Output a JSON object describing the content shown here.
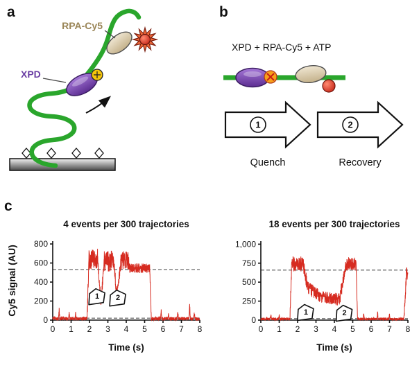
{
  "figure": {
    "colors": {
      "dna_green": "#2aa62c",
      "xpd_purple": "#6b3fa4",
      "rpa_tan": "#d9cbae",
      "cy5_red": "#cf2218",
      "quench_orange": "#f6a01a",
      "flag_yellow": "#f6c60a",
      "label_tan": "#9a8557",
      "trace_red": "#d62b20",
      "threshold_gray": "#7d7d7d"
    },
    "panel_a": {
      "label": "a",
      "labels": {
        "rpa": "RPA-Cy5",
        "xpd": "XPD"
      }
    },
    "panel_b": {
      "label": "b",
      "header": "XPD + RPA-Cy5 + ATP",
      "steps": [
        {
          "number": "1",
          "caption": "Quench"
        },
        {
          "number": "2",
          "caption": "Recovery"
        }
      ]
    },
    "panel_c": {
      "label": "c",
      "shared_ylabel": "Cy5 signal (AU)",
      "xlabel": "Time (s)"
    }
  },
  "chart_data": [
    {
      "type": "line",
      "title": "4 events per 300 trajectories",
      "xlabel": "Time (s)",
      "ylabel": "Cy5 signal (AU)",
      "xlim": [
        0,
        8
      ],
      "ylim": [
        0,
        830
      ],
      "xticks": [
        0,
        1,
        2,
        3,
        4,
        5,
        6,
        7,
        8
      ],
      "yticks": [
        0,
        200,
        400,
        600,
        800
      ],
      "ytick_labels": [
        "0",
        "200",
        "400",
        "600",
        "800"
      ],
      "line_color": "#d62b20",
      "dashed_levels": [
        530,
        20
      ],
      "seed": 12345,
      "segments": [
        {
          "t0": 0.0,
          "t1": 1.87,
          "mean": 15,
          "noise": 18
        },
        {
          "t0": 1.87,
          "t1": 1.97,
          "mean": 15,
          "mean2": 640,
          "noise": 60
        },
        {
          "t0": 1.97,
          "t1": 2.45,
          "mean": 640,
          "noise": 110
        },
        {
          "t0": 2.45,
          "t1": 2.62,
          "mean": 620,
          "mean2": 180,
          "noise": 60
        },
        {
          "t0": 2.62,
          "t1": 2.8,
          "mean": 180,
          "mean2": 620,
          "noise": 60
        },
        {
          "t0": 2.8,
          "t1": 3.3,
          "mean": 620,
          "noise": 110
        },
        {
          "t0": 3.3,
          "t1": 3.5,
          "mean": 620,
          "mean2": 260,
          "noise": 70
        },
        {
          "t0": 3.5,
          "t1": 3.72,
          "mean": 260,
          "mean2": 640,
          "noise": 70
        },
        {
          "t0": 3.72,
          "t1": 4.15,
          "mean": 630,
          "noise": 100
        },
        {
          "t0": 4.15,
          "t1": 5.28,
          "mean": 545,
          "noise": 50
        },
        {
          "t0": 5.28,
          "t1": 5.36,
          "mean": 545,
          "mean2": 15,
          "noise": 40
        },
        {
          "t0": 5.36,
          "t1": 8.01,
          "mean": 15,
          "noise": 18
        }
      ],
      "spikes": [
        {
          "t": 0.35,
          "v": 140
        },
        {
          "t": 0.9,
          "v": 70
        },
        {
          "t": 1.25,
          "v": 95
        },
        {
          "t": 5.9,
          "v": 120
        },
        {
          "t": 6.3,
          "v": 70
        },
        {
          "t": 6.8,
          "v": 90
        },
        {
          "t": 7.45,
          "v": 210
        },
        {
          "t": 7.7,
          "v": 90
        }
      ],
      "events": [
        {
          "number": "1",
          "t": 2.42,
          "v": 250
        },
        {
          "number": "2",
          "t": 3.55,
          "v": 235
        }
      ]
    },
    {
      "type": "line",
      "title": "18 events per 300 trajectories",
      "xlabel": "Time (s)",
      "ylabel": "Cy5 signal (AU)",
      "xlim": [
        0,
        8
      ],
      "ylim": [
        0,
        1040
      ],
      "xticks": [
        0,
        1,
        2,
        3,
        4,
        5,
        6,
        7,
        8
      ],
      "yticks": [
        0,
        250,
        500,
        750,
        1000
      ],
      "ytick_labels": [
        "0",
        "250",
        "500",
        "750",
        "1,000"
      ],
      "line_color": "#d62b20",
      "dashed_levels": [
        660,
        20
      ],
      "seed": 777,
      "segments": [
        {
          "t0": 0.0,
          "t1": 1.58,
          "mean": 15,
          "noise": 18
        },
        {
          "t0": 1.58,
          "t1": 1.68,
          "mean": 15,
          "mean2": 740,
          "noise": 60
        },
        {
          "t0": 1.68,
          "t1": 2.3,
          "mean": 740,
          "noise": 100
        },
        {
          "t0": 2.3,
          "t1": 2.55,
          "mean": 740,
          "mean2": 430,
          "noise": 90
        },
        {
          "t0": 2.55,
          "t1": 3.1,
          "mean": 430,
          "mean2": 330,
          "noise": 85
        },
        {
          "t0": 3.1,
          "t1": 4.3,
          "mean": 310,
          "mean2": 270,
          "noise": 80
        },
        {
          "t0": 4.3,
          "t1": 4.62,
          "mean": 300,
          "mean2": 700,
          "noise": 90
        },
        {
          "t0": 4.62,
          "t1": 5.18,
          "mean": 740,
          "noise": 90
        },
        {
          "t0": 5.18,
          "t1": 5.26,
          "mean": 740,
          "mean2": 15,
          "noise": 40
        },
        {
          "t0": 5.26,
          "t1": 7.78,
          "mean": 15,
          "noise": 18
        },
        {
          "t0": 7.78,
          "t1": 7.9,
          "mean": 15,
          "mean2": 520,
          "noise": 80
        },
        {
          "t0": 7.9,
          "t1": 8.01,
          "mean": 560,
          "mean2": 680,
          "noise": 110
        }
      ],
      "spikes": [
        {
          "t": 0.55,
          "v": 70
        },
        {
          "t": 1.0,
          "v": 90
        },
        {
          "t": 5.6,
          "v": 80
        },
        {
          "t": 6.35,
          "v": 100
        },
        {
          "t": 7.0,
          "v": 70
        }
      ],
      "events": [
        {
          "number": "1",
          "t": 2.45,
          "v": 105
        },
        {
          "number": "2",
          "t": 4.55,
          "v": 95
        }
      ]
    }
  ]
}
